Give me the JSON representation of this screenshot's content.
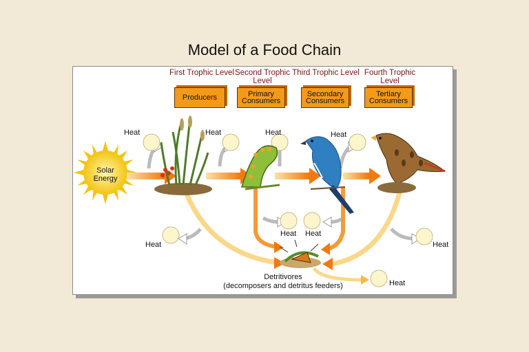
{
  "title": "Model of a Food Chain",
  "levels": [
    {
      "level": "First Trophic Level",
      "box": "Producers"
    },
    {
      "level": "Second Trophic Level",
      "box": "Primary Consumers"
    },
    {
      "level": "Third Trophic Level",
      "box": "Secondary Consumers"
    },
    {
      "level": "Fourth Trophic Level",
      "box": "Tertiary Consumers"
    }
  ],
  "labels": {
    "heat": "Heat",
    "solar": "Solar Energy",
    "detritivores": "Detritivores",
    "detritivores_note": "(decomposers and detritus feeders)"
  },
  "colors": {
    "arrow_orange": "#f08a1a",
    "arrow_yellow": "#fbd78a",
    "heat_circle": "#fdf6cc",
    "sun": "#f7d21a",
    "box": "#f39a1a",
    "level_text": "#7a1212"
  }
}
